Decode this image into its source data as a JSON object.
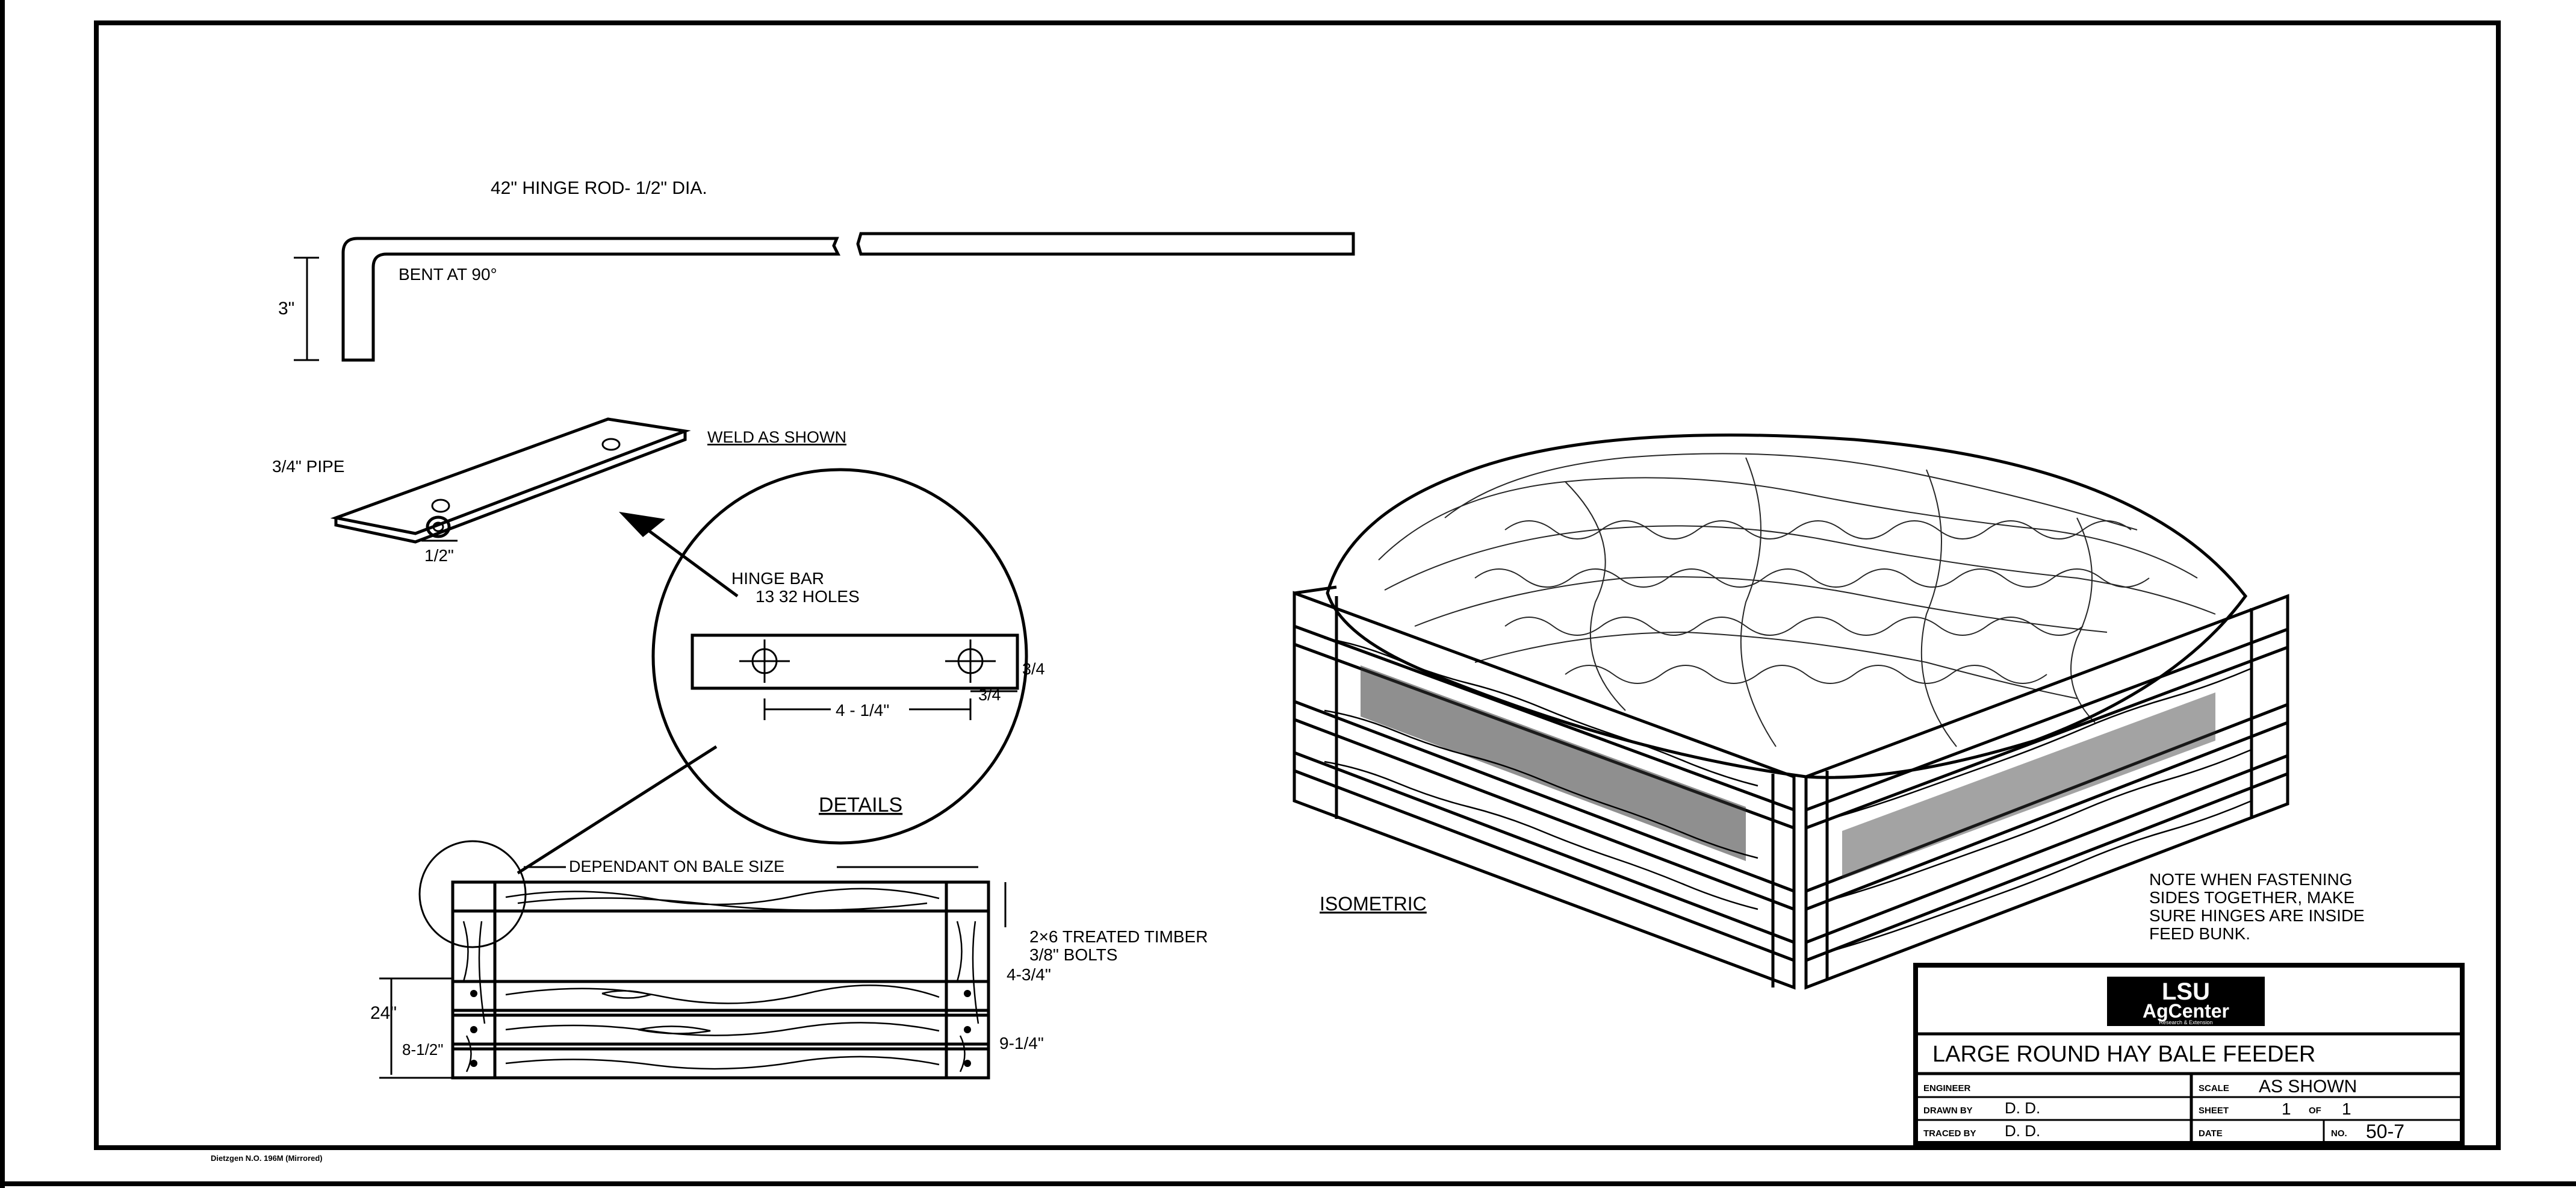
{
  "hinge_rod": {
    "title": "42\" HINGE ROD- 1/2\" DIA.",
    "bend_note": "BENT AT 90°",
    "height_dim": "3\""
  },
  "hinge_bar_top": {
    "pipe_label": "3/4\" PIPE",
    "weld_note": "WELD AS SHOWN",
    "width_dim": "1/2\""
  },
  "detail_circle": {
    "title_line1": "HINGE BAR",
    "title_line2": "13 32 HOLES",
    "spacing_dim": "4 - 1/4\"",
    "edge_dim_1": "3/4",
    "edge_dim_2": "3/4",
    "caption": "DETAILS"
  },
  "side_view": {
    "span_note": "DEPENDANT ON BALE SIZE",
    "timber_note_1": "2×6 TREATED TIMBER",
    "timber_note_2": "3/8\" BOLTS",
    "height_dim": "24\"",
    "bottom_dim": "8-1/2\"",
    "dim_right_1": "4-3/4\"",
    "dim_right_2": "9-1/4\""
  },
  "isometric": {
    "caption": "ISOMETRIC",
    "note_line1": "NOTE WHEN FASTENING",
    "note_line2": "SIDES TOGETHER, MAKE",
    "note_line3": "SURE HINGES ARE INSIDE",
    "note_line4": "FEED BUNK."
  },
  "title_block": {
    "logo_line1": "LSU",
    "logo_line2": "AgCenter",
    "logo_line3": "Research & Extension",
    "title": "LARGE ROUND HAY BALE FEEDER",
    "engineer_label": "ENGINEER",
    "engineer_value": "",
    "drawn_label": "DRAWN BY",
    "drawn_value": "D. D.",
    "traced_label": "TRACED BY",
    "traced_value": "D. D.",
    "scale_label": "SCALE",
    "scale_value": "AS SHOWN",
    "sheet_label": "SHEET",
    "sheet_value": "1",
    "of_label": "OF",
    "of_value": "1",
    "date_label": "DATE",
    "date_value": "",
    "no_label": "NO.",
    "no_value": "50-7"
  },
  "footer": {
    "paper_note": "Dietzgen N.O. 196M (Mirrored)"
  }
}
